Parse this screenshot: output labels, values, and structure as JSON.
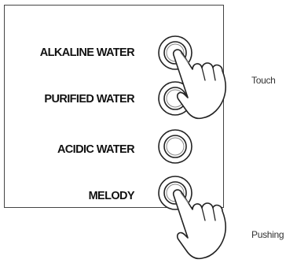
{
  "panel": {
    "buttons": [
      {
        "label": "ALKALINE WATER"
      },
      {
        "label": "PURIFIED WATER"
      },
      {
        "label": "ACIDIC WATER"
      },
      {
        "label": "MELODY"
      }
    ]
  },
  "annotations": {
    "touch": "Touch",
    "pushing": "Pushing"
  },
  "icons": {
    "hand_touch": "hand-pointer-icon",
    "hand_push": "hand-pointer-icon"
  }
}
